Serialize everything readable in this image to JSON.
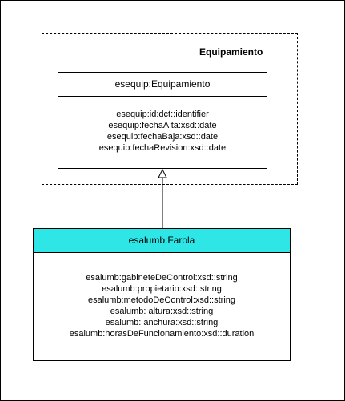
{
  "colors": {
    "farola_header_fill": "#2ee6e6",
    "line": "#000000",
    "background": "#ffffff"
  },
  "package": {
    "title": "Equipamiento"
  },
  "equipamiento_class": {
    "name": "esequip:Equipamiento",
    "attributes": [
      "esequip:id:dct::identifier",
      "esequip:fechaAlta:xsd::date",
      "esequip:fechaBaja:xsd::date",
      "esequip:fechaRevision:xsd::date"
    ]
  },
  "farola_class": {
    "name": "esalumb:Farola",
    "attributes": [
      "esalumb:gabineteDeControl:xsd::string",
      "esalumb:propietario:xsd::string",
      "esalumb:metodoDeControl:xsd::string",
      "esalumb: altura:xsd::string",
      "esalumb: anchura:xsd::string",
      "esalumb:horasDeFuncionamiento:xsd::duration"
    ]
  },
  "relationship": {
    "type": "generalization",
    "from": "esalumb:Farola",
    "to": "esequip:Equipamiento"
  }
}
